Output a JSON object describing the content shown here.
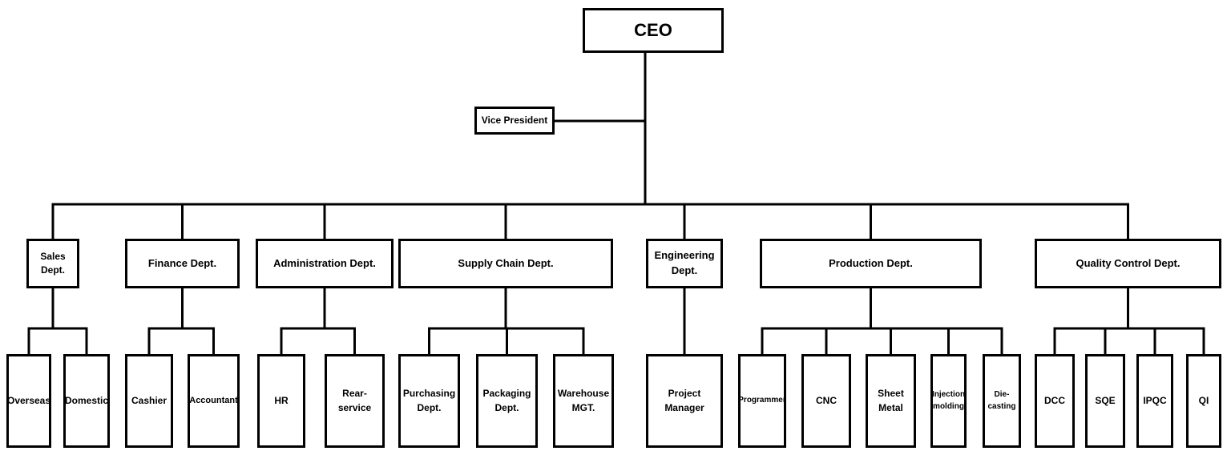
{
  "org_chart": {
    "root": {
      "label": "CEO"
    },
    "vice_president": {
      "label": "Vice President"
    },
    "departments": [
      {
        "label": "Sales Dept.",
        "children": [
          "Overseas",
          "Domestic"
        ]
      },
      {
        "label": "Finance Dept.",
        "children": [
          "Cashier",
          "Accountant"
        ]
      },
      {
        "label": "Administration Dept.",
        "children": [
          "HR",
          "Rear-\nservice"
        ]
      },
      {
        "label": "Supply Chain Dept.",
        "children": [
          "Purchasing\nDept.",
          "Packaging\nDept.",
          "Warehouse\nMGT."
        ]
      },
      {
        "label": "Engineering\nDept.",
        "children": [
          "Project Manager"
        ]
      },
      {
        "label": "Production Dept.",
        "children": [
          "Programmer",
          "CNC",
          "Sheet\nMetal",
          "Injection\nmolding",
          "Die-\ncasting"
        ]
      },
      {
        "label": "Quality Control Dept.",
        "children": [
          "DCC",
          "SQE",
          "IPQC",
          "QI"
        ]
      }
    ]
  }
}
